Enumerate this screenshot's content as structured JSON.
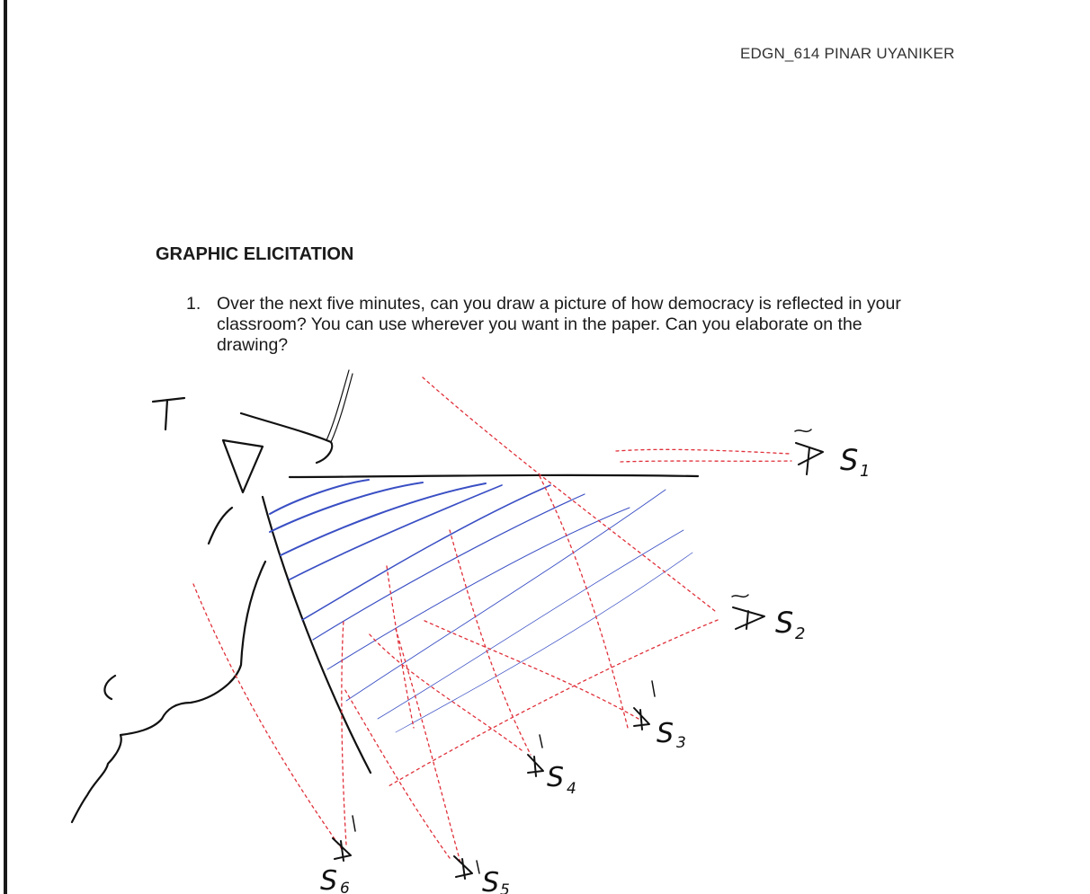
{
  "header": {
    "course_author": "EDGN_614 PINAR UYANIKER"
  },
  "section": {
    "title": "GRAPHIC ELICITATION"
  },
  "question": {
    "number": "1.",
    "text": "Over the next five minutes, can you draw a picture of how democracy is reflected in your classroom? You can use wherever you want in the paper. Can you elaborate on the drawing?"
  },
  "drawing": {
    "teacher_label": "T",
    "student_labels": [
      "S1",
      "S2",
      "S3",
      "S4",
      "S5",
      "S6"
    ],
    "colors": {
      "ink": "#111111",
      "blue": "#3a4fc4",
      "red": "#e0303a"
    }
  }
}
